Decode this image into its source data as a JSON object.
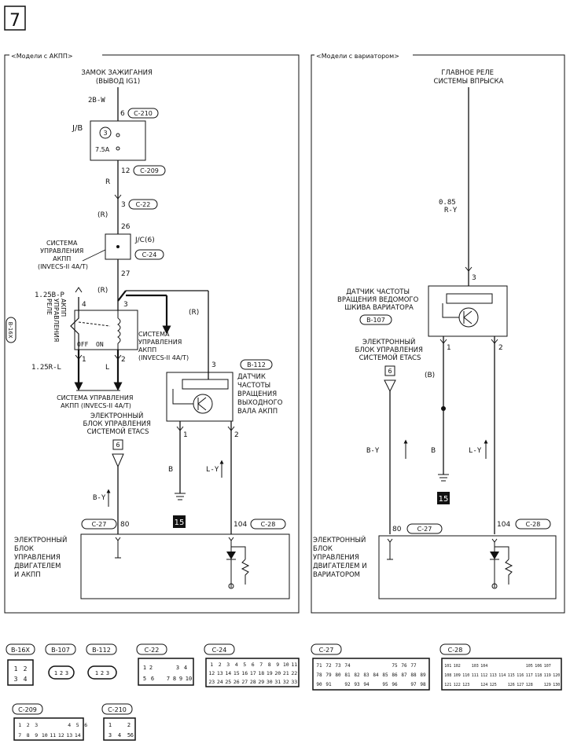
{
  "page_number": "7",
  "left_panel": {
    "header": "<Модели с АКПП>",
    "ignition_title": [
      "ЗАМОК ЗАЖИГАНИЯ",
      "(ВЫВОД IG1)"
    ],
    "wire_2b_w": "2B-W",
    "pin_6": "6",
    "conn_c210": "C-210",
    "jb_label": "J/B",
    "fuse_num": "3",
    "fuse_rating": "7.5A",
    "pin_12": "12",
    "conn_c209": "C-209",
    "wire_r": "R",
    "pin_3": "3",
    "conn_c22": "C-22",
    "wire_r_paren": "(R)",
    "pin_26": "26",
    "jc_label": "J/C(6)",
    "conn_c24": "C-24",
    "trans_system_title": [
      "СИСТЕМА",
      "УПРАВЛЕНИЯ",
      "АКПП",
      "(INVECS-II 4A/T)"
    ],
    "pin_27": "27",
    "wire_r_paren_2": "(R)",
    "wire_125b_p": "1.25B-P",
    "pin_4": "4",
    "relay_label": [
      "РЕЛЕ",
      "УПРАВЛЕНИЯ",
      "АКПП"
    ],
    "conn_b16x": "B-16X",
    "off_label": "OFF",
    "on_label": "ON",
    "pin_3b": "3",
    "trans_system_right": [
      "СИСТЕМА",
      "УПРАВЛЕНИЯ",
      "АКПП",
      "(INVECS-II 4A/T)"
    ],
    "wire_r_paren_3": "(R)",
    "pin_1": "1",
    "pin_2": "2",
    "wire_125r_l": "1.25R-L",
    "wire_l": "L",
    "pin_3c": "3",
    "conn_b112": "B-112",
    "sensor_title": [
      "ДАТЧИК",
      "ЧАСТОТЫ",
      "ВРАЩЕНИЯ",
      "ВЫХОДНОГО",
      "ВАЛА АКПП"
    ],
    "trans_system_bottom": [
      "СИСТЕМА УПРАВЛЕНИЯ",
      "АКПП (INVECS-II 4A/T)"
    ],
    "etacs_title": [
      "ЭЛЕКТРОННЫЙ",
      "БЛОК УПРАВЛЕНИЯ",
      "СИСТЕМОЙ ETACS"
    ],
    "etacs_box": "6",
    "pin_1b": "1",
    "pin_2b": "2",
    "wire_b": "B",
    "wire_l_y": "L-Y",
    "wire_b_y": "B-Y",
    "ground_num": "15",
    "conn_c27": "C-27",
    "pin_80": "80",
    "pin_104": "104",
    "conn_c28": "C-28",
    "ecu_title": [
      "ЭЛЕКТРОННЫЙ",
      "БЛОК",
      "УПРАВЛЕНИЯ",
      "ДВИГАТЕЛЕМ",
      "И АКПП"
    ]
  },
  "right_panel": {
    "header": "<Модели с вариатором>",
    "relay_title": [
      "ГЛАВНОЕ РЕЛЕ",
      "СИСТЕМЫ ВПРЫСКА"
    ],
    "wire_size": "0.85",
    "wire_r_y": "R-Y",
    "pin_3": "3",
    "sensor_title": [
      "ДАТЧИК ЧАСТОТЫ",
      "ВРАЩЕНИЯ ВЕДОМОГО",
      "ШКИВА ВАРИАТОРА"
    ],
    "conn_b107": "B-107",
    "etacs_title": [
      "ЭЛЕКТРОННЫЙ",
      "БЛОК УПРАВЛЕНИЯ",
      "СИСТЕМОЙ ETACS"
    ],
    "etacs_box": "6",
    "pin_1": "1",
    "pin_2": "2",
    "wire_b_paren": "(B)",
    "wire_b_y": "B-Y",
    "wire_b": "B",
    "wire_l_y": "L-Y",
    "ground_num": "15",
    "pin_80": "80",
    "conn_c27": "C-27",
    "pin_104": "104",
    "conn_c28": "C-28",
    "ecu_title": [
      "ЭЛЕКТРОННЫЙ",
      "БЛОК",
      "УПРАВЛЕНИЯ",
      "ДВИГАТЕЛЕМ И",
      "ВАРИАТОРОМ"
    ]
  },
  "connectors": {
    "b16x": {
      "label": "B-16X",
      "pins": [
        "1",
        "2",
        "3",
        "4"
      ]
    },
    "b107": {
      "label": "B-107",
      "pins": [
        "1",
        "2",
        "3"
      ]
    },
    "b112": {
      "label": "B-112",
      "pins": [
        "1",
        "2",
        "3"
      ]
    },
    "c22": {
      "label": "C-22",
      "pins": [
        "1",
        "2",
        "3",
        "4",
        "5",
        "6",
        "7",
        "8",
        "9",
        "10"
      ]
    },
    "c24": {
      "label": "C-24",
      "rows": [
        [
          "1",
          "2",
          "3",
          "4",
          "5",
          "6",
          "7",
          "8",
          "9",
          "10",
          "11"
        ],
        [
          "12",
          "13",
          "14",
          "15",
          "16",
          "17",
          "18",
          "19",
          "20",
          "21",
          "22"
        ],
        [
          "23",
          "24",
          "25",
          "26",
          "27",
          "28",
          "29",
          "30",
          "31",
          "32",
          "33"
        ]
      ]
    },
    "c27": {
      "label": "C-27",
      "rows": [
        [
          "71",
          "72",
          "73",
          "74",
          "",
          "",
          "",
          "",
          "75",
          "76",
          "77"
        ],
        [
          "78",
          "79",
          "80",
          "81",
          "82",
          "83",
          "84",
          "85",
          "86",
          "87",
          "88",
          "89"
        ],
        [
          "90",
          "91",
          "",
          "92",
          "93",
          "94",
          "",
          "95",
          "96",
          "",
          "97",
          "98"
        ]
      ]
    },
    "c28": {
      "label": "C-28",
      "rows": [
        [
          "101",
          "102",
          "",
          "103",
          "104",
          "",
          "",
          "",
          "",
          "105",
          "106",
          "107"
        ],
        [
          "108",
          "109",
          "110",
          "111",
          "112",
          "113",
          "114",
          "115",
          "116",
          "117",
          "118",
          "119",
          "120"
        ],
        [
          "121",
          "122",
          "123",
          "",
          "124",
          "125",
          "",
          "126",
          "127",
          "128",
          "",
          "129",
          "130"
        ]
      ]
    },
    "c209": {
      "label": "C-209",
      "rows": [
        [
          "1",
          "2",
          "3",
          "",
          "",
          "",
          "4",
          "5",
          "6"
        ],
        [
          "7",
          "8",
          "9",
          "10",
          "11",
          "12",
          "13",
          "14"
        ]
      ]
    },
    "c210": {
      "label": "C-210",
      "pins": [
        "1",
        "2",
        "3",
        "4",
        "5",
        "6"
      ]
    }
  }
}
